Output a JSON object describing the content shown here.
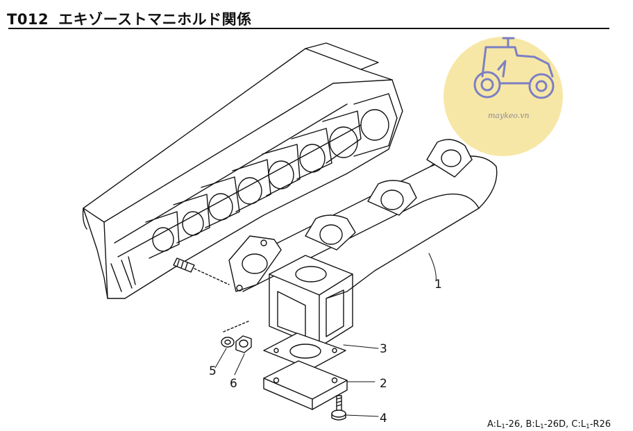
{
  "header": {
    "code": "T012",
    "title": "エキゾーストマニホルド関係"
  },
  "parts": [
    {
      "number": "1",
      "name_key": "exhaust-manifold"
    },
    {
      "number": "2",
      "name_key": "flange-adapter"
    },
    {
      "number": "3",
      "name_key": "gasket"
    },
    {
      "number": "4",
      "name_key": "bolt"
    },
    {
      "number": "5",
      "name_key": "washer"
    },
    {
      "number": "6",
      "name_key": "nut"
    }
  ],
  "labels": {
    "n1": "1",
    "n2": "2",
    "n3": "3",
    "n4": "4",
    "n5": "5",
    "n6": "6"
  },
  "footnote": {
    "a_prefix": "A:L",
    "a_sub": "1",
    "a_suffix": "-26,",
    "b_prefix": "B:L",
    "b_sub": "1",
    "b_suffix": "-26D,",
    "c_prefix": "C:L",
    "c_sub": "1",
    "c_suffix": "-R26"
  },
  "watermark": {
    "text": "maykeo.vn",
    "background_color": "#f7e7a6",
    "icon_color": "#7b7fc4"
  }
}
